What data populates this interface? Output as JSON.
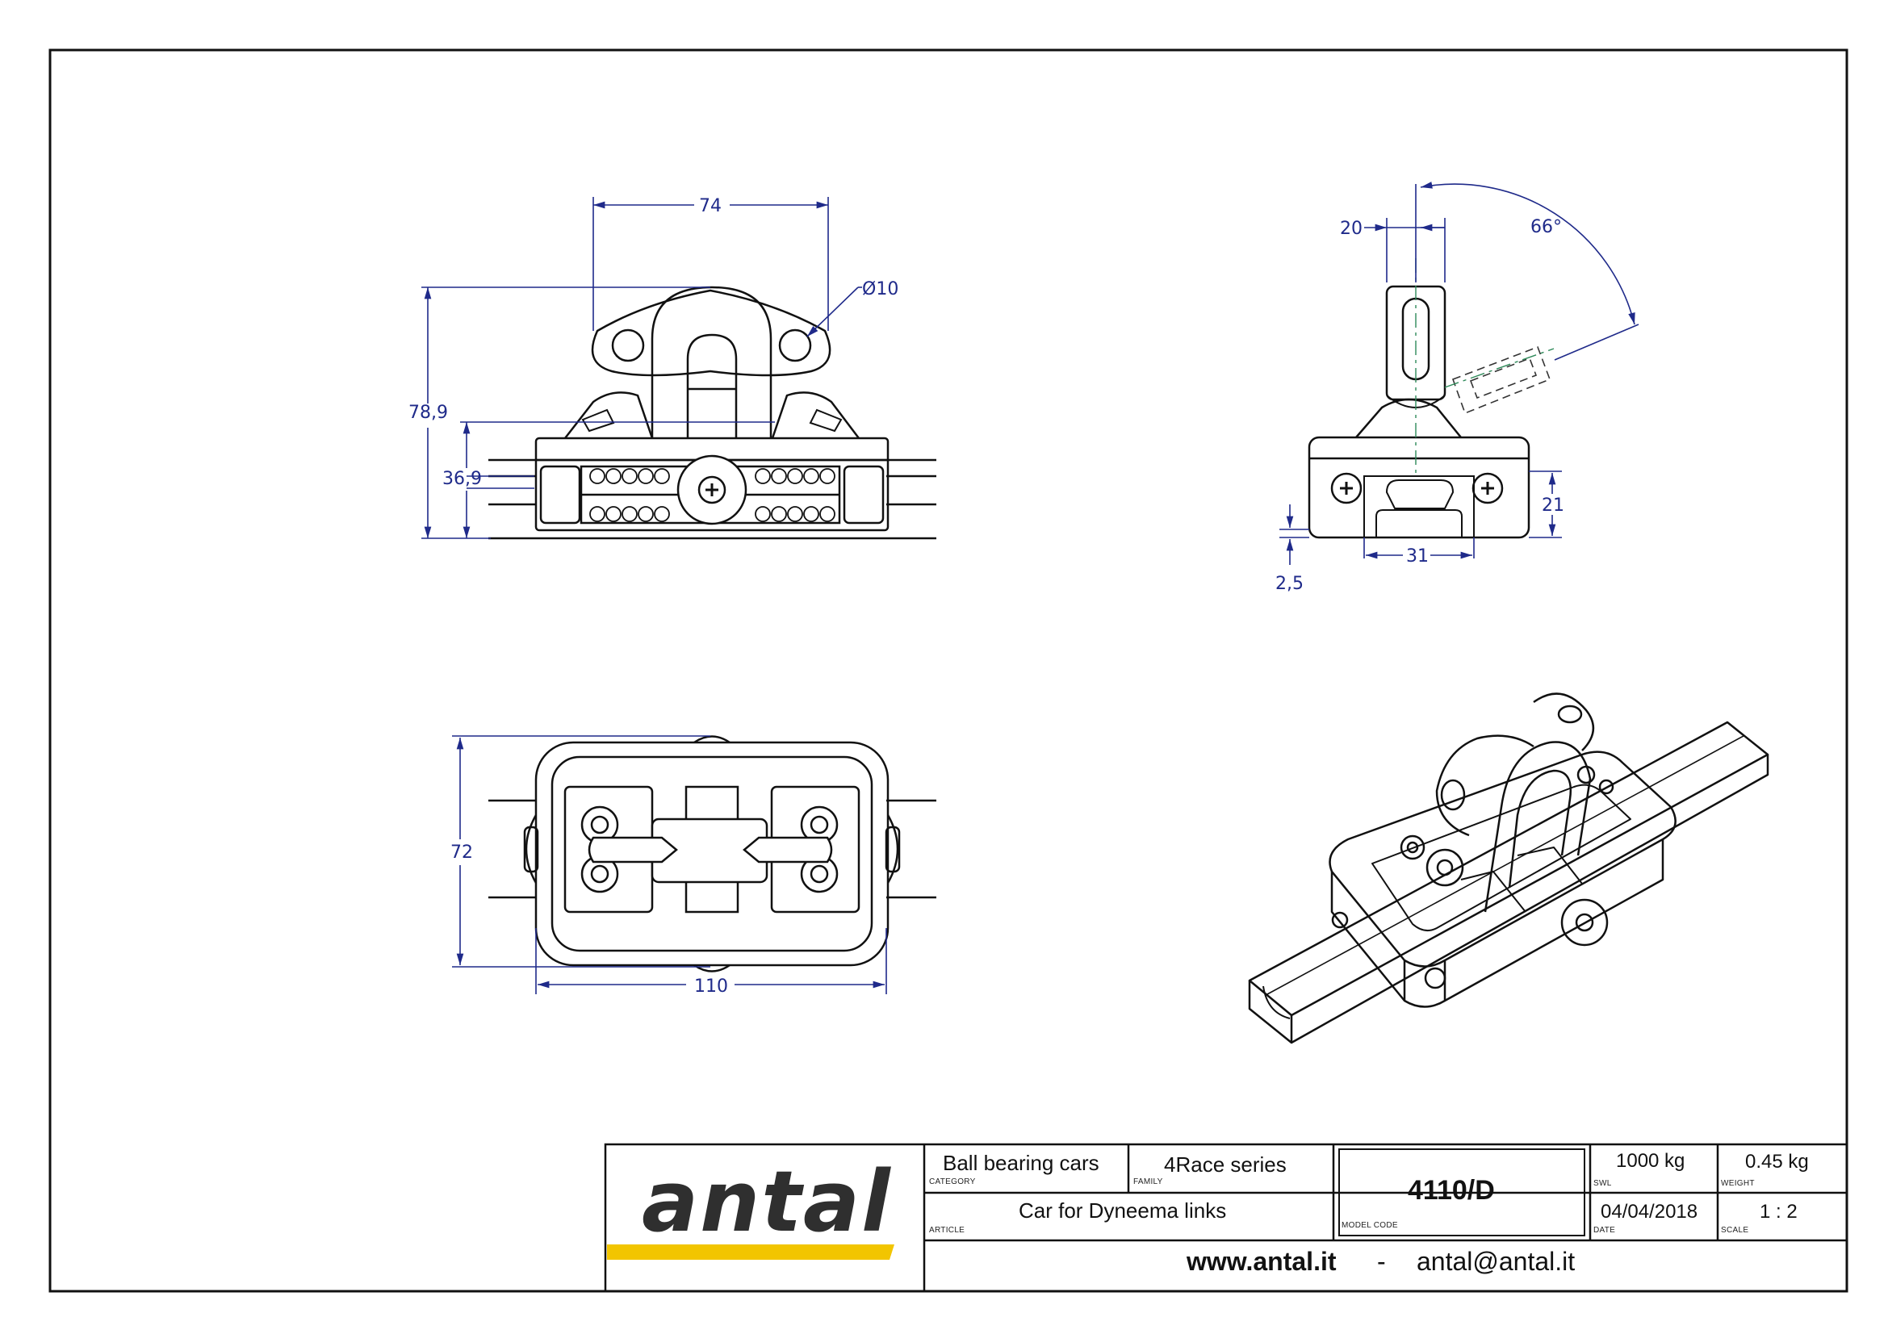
{
  "dimensions": {
    "front_width": "74",
    "hole_diameter": "Ø10",
    "total_height": "78,9",
    "body_height": "36,9",
    "pin_width": "20",
    "tilt_angle": "66°",
    "track_height": "21",
    "track_width": "31",
    "clearance": "2,5",
    "plan_height": "72",
    "plan_length": "110"
  },
  "title_block": {
    "logo_text": "antal",
    "category_value": "Ball bearing cars",
    "category_caption": "CATEGORY",
    "family_value": "4Race series",
    "family_caption": "FAMILY",
    "article_value": "Car for Dyneema links",
    "article_caption": "ARTICLE",
    "model_code_value": "4110/D",
    "model_code_caption": "MODEL CODE",
    "swl_value": "1000 kg",
    "swl_caption": "SWL",
    "weight_value": "0.45 kg",
    "weight_caption": "WEIGHT",
    "date_value": "04/04/2018",
    "date_caption": "DATE",
    "scale_value": "1 : 2",
    "scale_caption": "SCALE",
    "website": "www.antal.it",
    "separator": "-",
    "email": "antal@antal.it"
  },
  "colors": {
    "dimension": "#1f2a8a",
    "outline": "#111111",
    "logo_bar": "#f2c500",
    "logo_text": "#2f2f2f"
  }
}
